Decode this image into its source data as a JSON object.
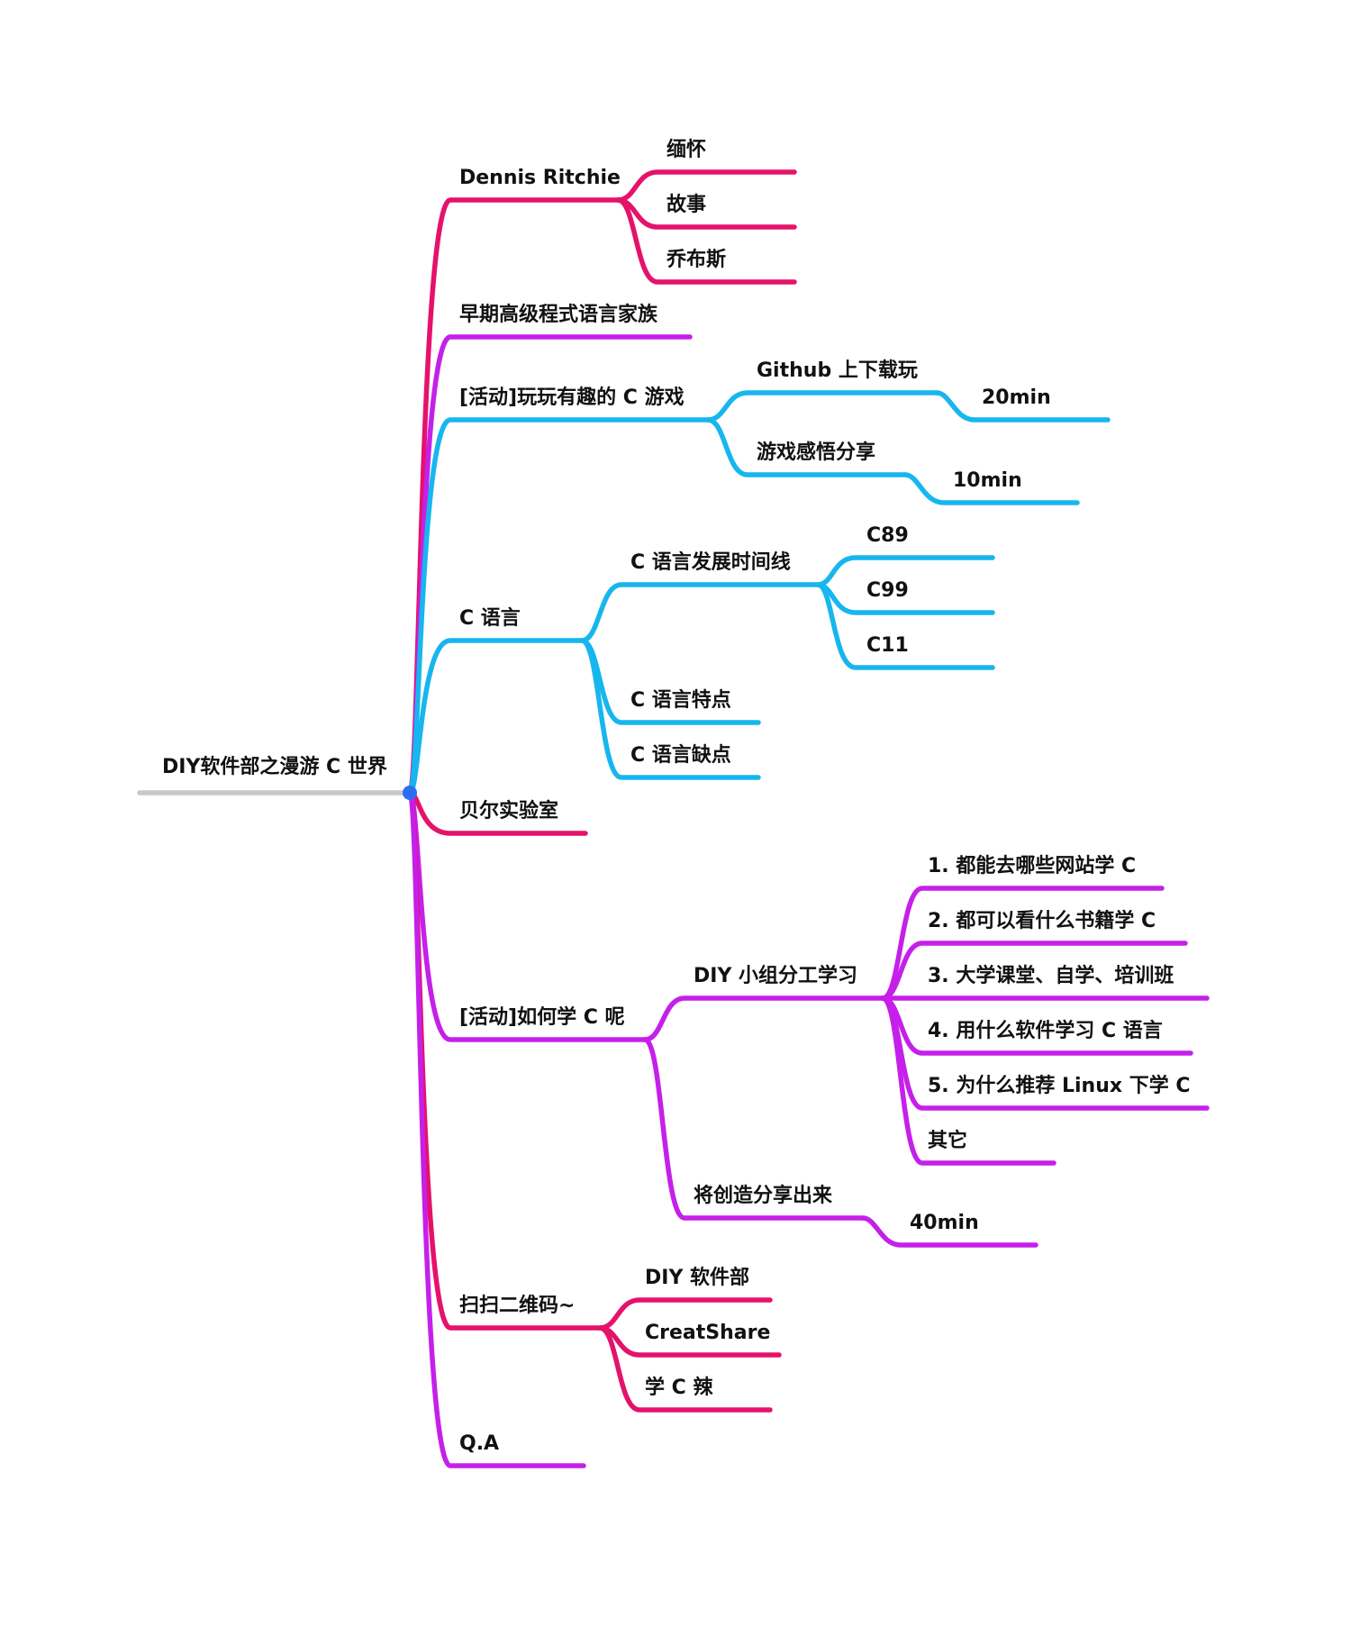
{
  "colors": {
    "root": "#c8c8c8",
    "red": "#e5126b",
    "purple": "#c520e9",
    "blue": "#17b6ee",
    "hub": "#2b6ef2"
  },
  "root": {
    "label": "DIY软件部之漫游 C 世界"
  },
  "nodes": {
    "dennis": "Dennis Ritchie",
    "huaihuai": "缅怀",
    "gushi": "故事",
    "qiaobusi": "乔布斯",
    "early": "早期高级程式语言家族",
    "act_game": "[活动]玩玩有趣的 C 游戏",
    "github": "Github 上下载玩",
    "t20": "20min",
    "share_game": "游戏感悟分享",
    "t10": "10min",
    "c_lang": "C 语言",
    "timeline": "C 语言发展时间线",
    "c89": "C89",
    "c99": "C99",
    "c11": "C11",
    "features": "C 语言特点",
    "flaws": "C 语言缺点",
    "bell": "贝尔实验室",
    "act_learn": "[活动]如何学 C 呢",
    "diy_group": "DIY 小组分工学习",
    "q1": "1. 都能去哪些网站学 C",
    "q2": "2. 都可以看什么书籍学 C",
    "q3": "3. 大学课堂、自学、培训班",
    "q4": "4. 用什么软件学习 C 语言",
    "q5": "5. 为什么推荐 Linux 下学 C",
    "other": "其它",
    "create_share": "将创造分享出来",
    "t40": "40min",
    "scan": "扫扫二维码~",
    "diy_dept": "DIY 软件部",
    "creatshare": "CreatShare",
    "xue_c_la": "学 C 辣",
    "qa": "Q.A"
  }
}
